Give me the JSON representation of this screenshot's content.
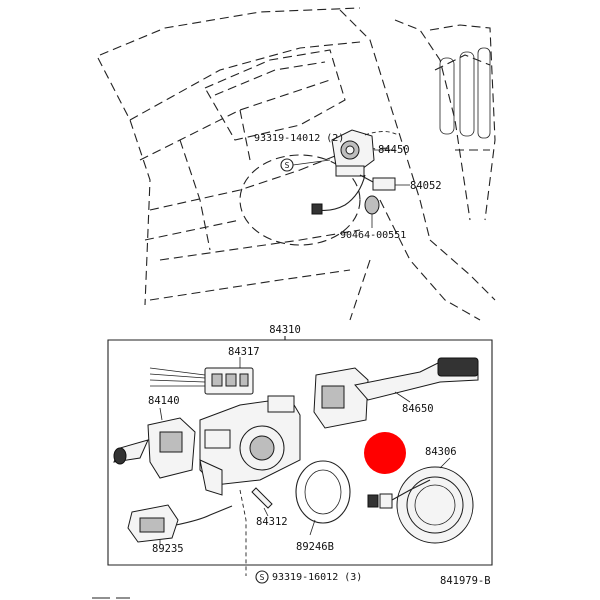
{
  "labels": {
    "screw_top": "93319-14012 (2)",
    "switch_top": "84450",
    "harness_top": "84052",
    "clip_top": "90464-00551",
    "assembly": "84310",
    "connector": "84317",
    "left_switch": "84140",
    "right_switch": "84650",
    "spiral_cable": "84306",
    "pin": "84312",
    "ring": "89246B",
    "sensor": "89235",
    "screw_bottom": "93319-16012 (3)",
    "diagram_id": "841979-B"
  },
  "marker_color": "#ff0000",
  "screw_symbol": "S"
}
